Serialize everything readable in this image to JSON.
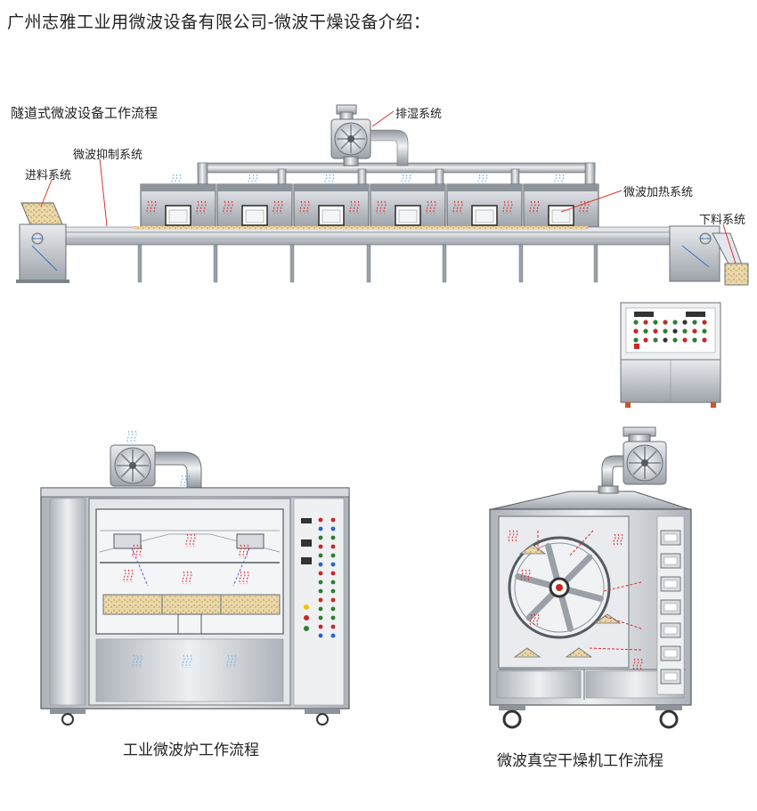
{
  "page": {
    "title": "广州志雅工业用微波设备有限公司-微波干燥设备介绍："
  },
  "tunnel": {
    "title": "隧道式微波设备工作流程",
    "labels": {
      "feed": "进料系统",
      "suppress": "微波抑制系统",
      "exhaust": "排湿系统",
      "heating": "微波加热系统",
      "discharge": "下料系统"
    }
  },
  "oven": {
    "caption": "工业微波炉工作流程"
  },
  "vacuum": {
    "caption": "微波真空干燥机工作流程"
  },
  "colors": {
    "steel": "#c9ccd1",
    "steel_dark": "#8e949b",
    "frame": "#555b62",
    "microwave_red": "#e0262a",
    "airflow_blue": "#6fb2e6",
    "material": "#e6d2a2",
    "leader_red": "#d9342b"
  }
}
